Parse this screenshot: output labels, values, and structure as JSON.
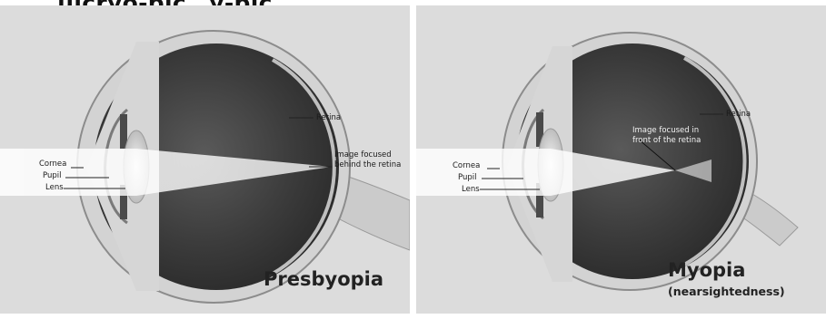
{
  "page": {
    "title": "…ulcryo-pic…y-pic…"
  },
  "panels": [
    {
      "title": "Presbyopia",
      "subtitle": "",
      "labels": {
        "cornea": "Cornea",
        "pupil": "Pupil",
        "lens": "Lens",
        "retina": "Retina",
        "focus_line1": "Image focused",
        "focus_line2": "behind the retina"
      }
    },
    {
      "title": "Myopia",
      "subtitle": "(nearsightedness)",
      "labels": {
        "cornea": "Cornea",
        "pupil": "Pupil",
        "lens": "Lens",
        "retina": "Retina",
        "focus_line1": "Image focused in",
        "focus_line2": "front of the retina"
      }
    }
  ],
  "colors": {
    "panel_bg": "#dcdcdc",
    "eye_dark": "#3a3a3a",
    "sclera": "#cfcfcf",
    "light_beam": "#f4f4f4"
  }
}
